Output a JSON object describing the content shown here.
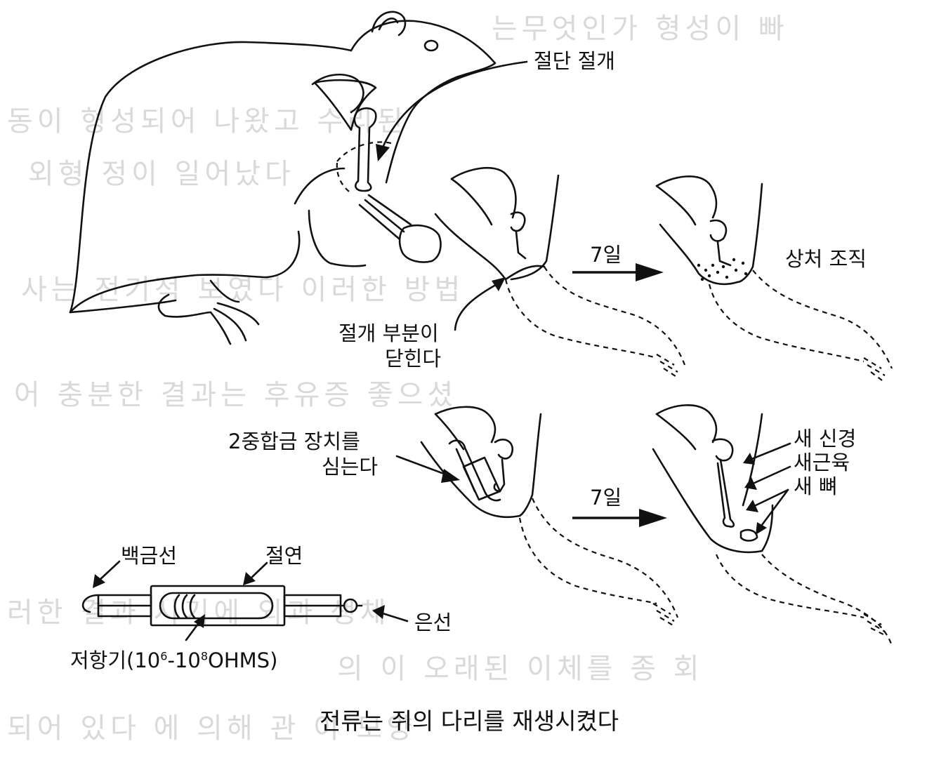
{
  "labels": {
    "amputation": "절단 절개",
    "incision_closed_1": "절개 부분이",
    "incision_closed_2": "닫힌다",
    "days_top": "7일",
    "scar_tissue": "상처 조직",
    "implant_1": "2중합금 장치를",
    "implant_2": "심는다",
    "days_bottom": "7일",
    "new_nerve": "새 신경",
    "new_muscle": "새근육",
    "new_bone": "새 뼈",
    "platinum_wire": "백금선",
    "insulation": "절연",
    "silver_wire": "은선",
    "resistor_prefix": "저항기(10",
    "resistor_exp1": "6",
    "resistor_mid": "-10",
    "resistor_exp2": "8",
    "resistor_suffix": "OHMS)"
  },
  "caption": "전류는 쥐의 다리를 재생시켰다",
  "colors": {
    "ink": "#111111",
    "background": "#ffffff",
    "bleed_through": "#d9d9d9"
  }
}
